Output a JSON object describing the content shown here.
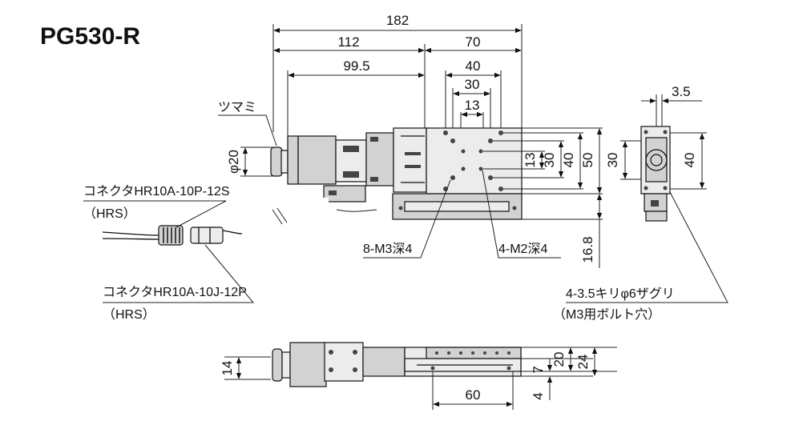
{
  "title": "PG530-R",
  "top_view": {
    "dims": {
      "total": "182",
      "left_part": "112",
      "right_part": "70",
      "body": "99.5",
      "hole_40": "40",
      "hole_30": "30",
      "hole_13": "13",
      "v13": "13",
      "v30": "30",
      "v40": "40",
      "v50": "50",
      "v16_8": "16.8",
      "dia20": "φ20"
    },
    "labels": {
      "knob": "ツマミ",
      "connector1_model": "コネクタHR10A-10P-12S",
      "connector1_maker": "（HRS）",
      "connector2_model": "コネクタHR10A-10J-12P",
      "connector2_maker": "（HRS）",
      "holes_m3": "8-M3深4",
      "holes_m2": "4-M2深4"
    }
  },
  "side_view": {
    "dims": {
      "w3_5": "3.5",
      "h30": "30",
      "h40": "40"
    },
    "labels": {
      "counterbore": "4-3.5キリφ6ザグリ",
      "counterbore_note": "（M3用ボルト穴）"
    }
  },
  "front_view": {
    "dims": {
      "h14": "14",
      "h7": "7",
      "h20": "20",
      "h24": "24",
      "w60": "60",
      "h4": "4"
    }
  }
}
